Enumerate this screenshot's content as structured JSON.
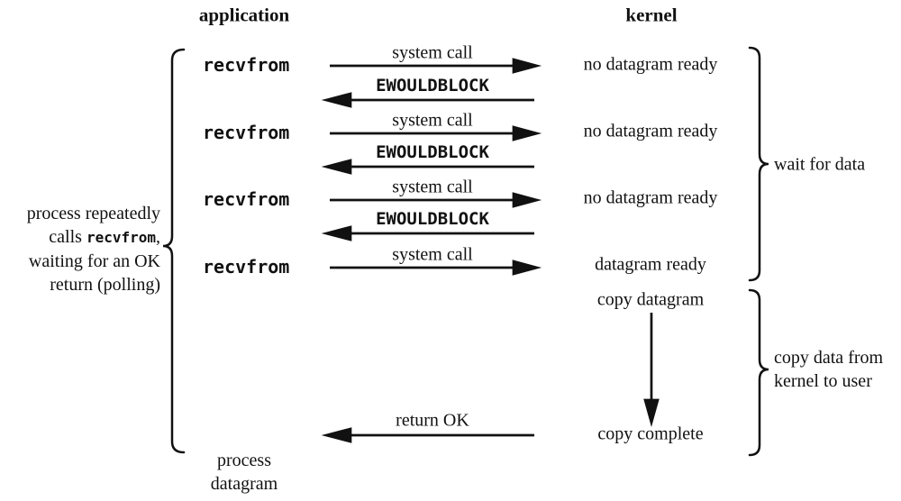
{
  "headers": {
    "application": "application",
    "kernel": "kernel"
  },
  "left_note": {
    "line1": "process repeatedly",
    "line2_prefix": "calls ",
    "line2_code": "recvfrom",
    "line2_suffix": ",",
    "line3": "waiting for an OK",
    "line4": "return (polling)"
  },
  "cycles": [
    {
      "call": "recvfrom",
      "request": "system call",
      "response": "EWOULDBLOCK",
      "kernel_state": "no datagram ready"
    },
    {
      "call": "recvfrom",
      "request": "system call",
      "response": "EWOULDBLOCK",
      "kernel_state": "no datagram ready"
    },
    {
      "call": "recvfrom",
      "request": "system call",
      "response": "EWOULDBLOCK",
      "kernel_state": "no datagram ready"
    },
    {
      "call": "recvfrom",
      "request": "system call",
      "kernel_state": "datagram ready"
    }
  ],
  "kernel_actions": {
    "copy_start": "copy datagram",
    "copy_end": "copy complete"
  },
  "return_arrow_label": "return OK",
  "braces": {
    "wait_label": "wait for data",
    "copy_label_line1": "copy data from",
    "copy_label_line2": "kernel to user"
  },
  "bottom_note": {
    "line1": "process",
    "line2": "datagram"
  },
  "colors": {
    "ink": "#111111"
  }
}
